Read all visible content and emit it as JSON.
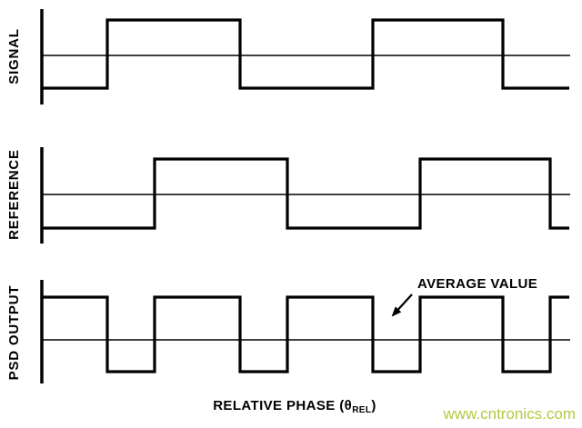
{
  "chart_data": {
    "type": "line",
    "title": "",
    "xlabel": "RELATIVE PHASE (θREL)",
    "x_range": [
      0,
      1
    ],
    "levels": [
      "low",
      "high"
    ],
    "waves": [
      {
        "label": "SIGNAL",
        "start_level": "low",
        "transitions": [
          0.124,
          0.376,
          0.628,
          0.874
        ]
      },
      {
        "label": "REFERENCE",
        "start_level": "low",
        "transitions": [
          0.214,
          0.466,
          0.717,
          0.964
        ]
      },
      {
        "label": "PSD OUTPUT",
        "start_level": "high",
        "transitions": [
          0.124,
          0.214,
          0.376,
          0.466,
          0.628,
          0.717,
          0.874,
          0.964
        ]
      }
    ],
    "legend_position": "none",
    "grid": false
  },
  "annotation": {
    "label": "AVERAGE VALUE"
  },
  "xlabel": {
    "prefix": "RELATIVE PHASE (",
    "theta": "θ",
    "sub": "REL",
    "suffix": ")"
  },
  "watermark": {
    "text": "www.cntronics.com",
    "color": "#b5c93f"
  },
  "colors": {
    "line": "#000000",
    "background": "#ffffff"
  }
}
